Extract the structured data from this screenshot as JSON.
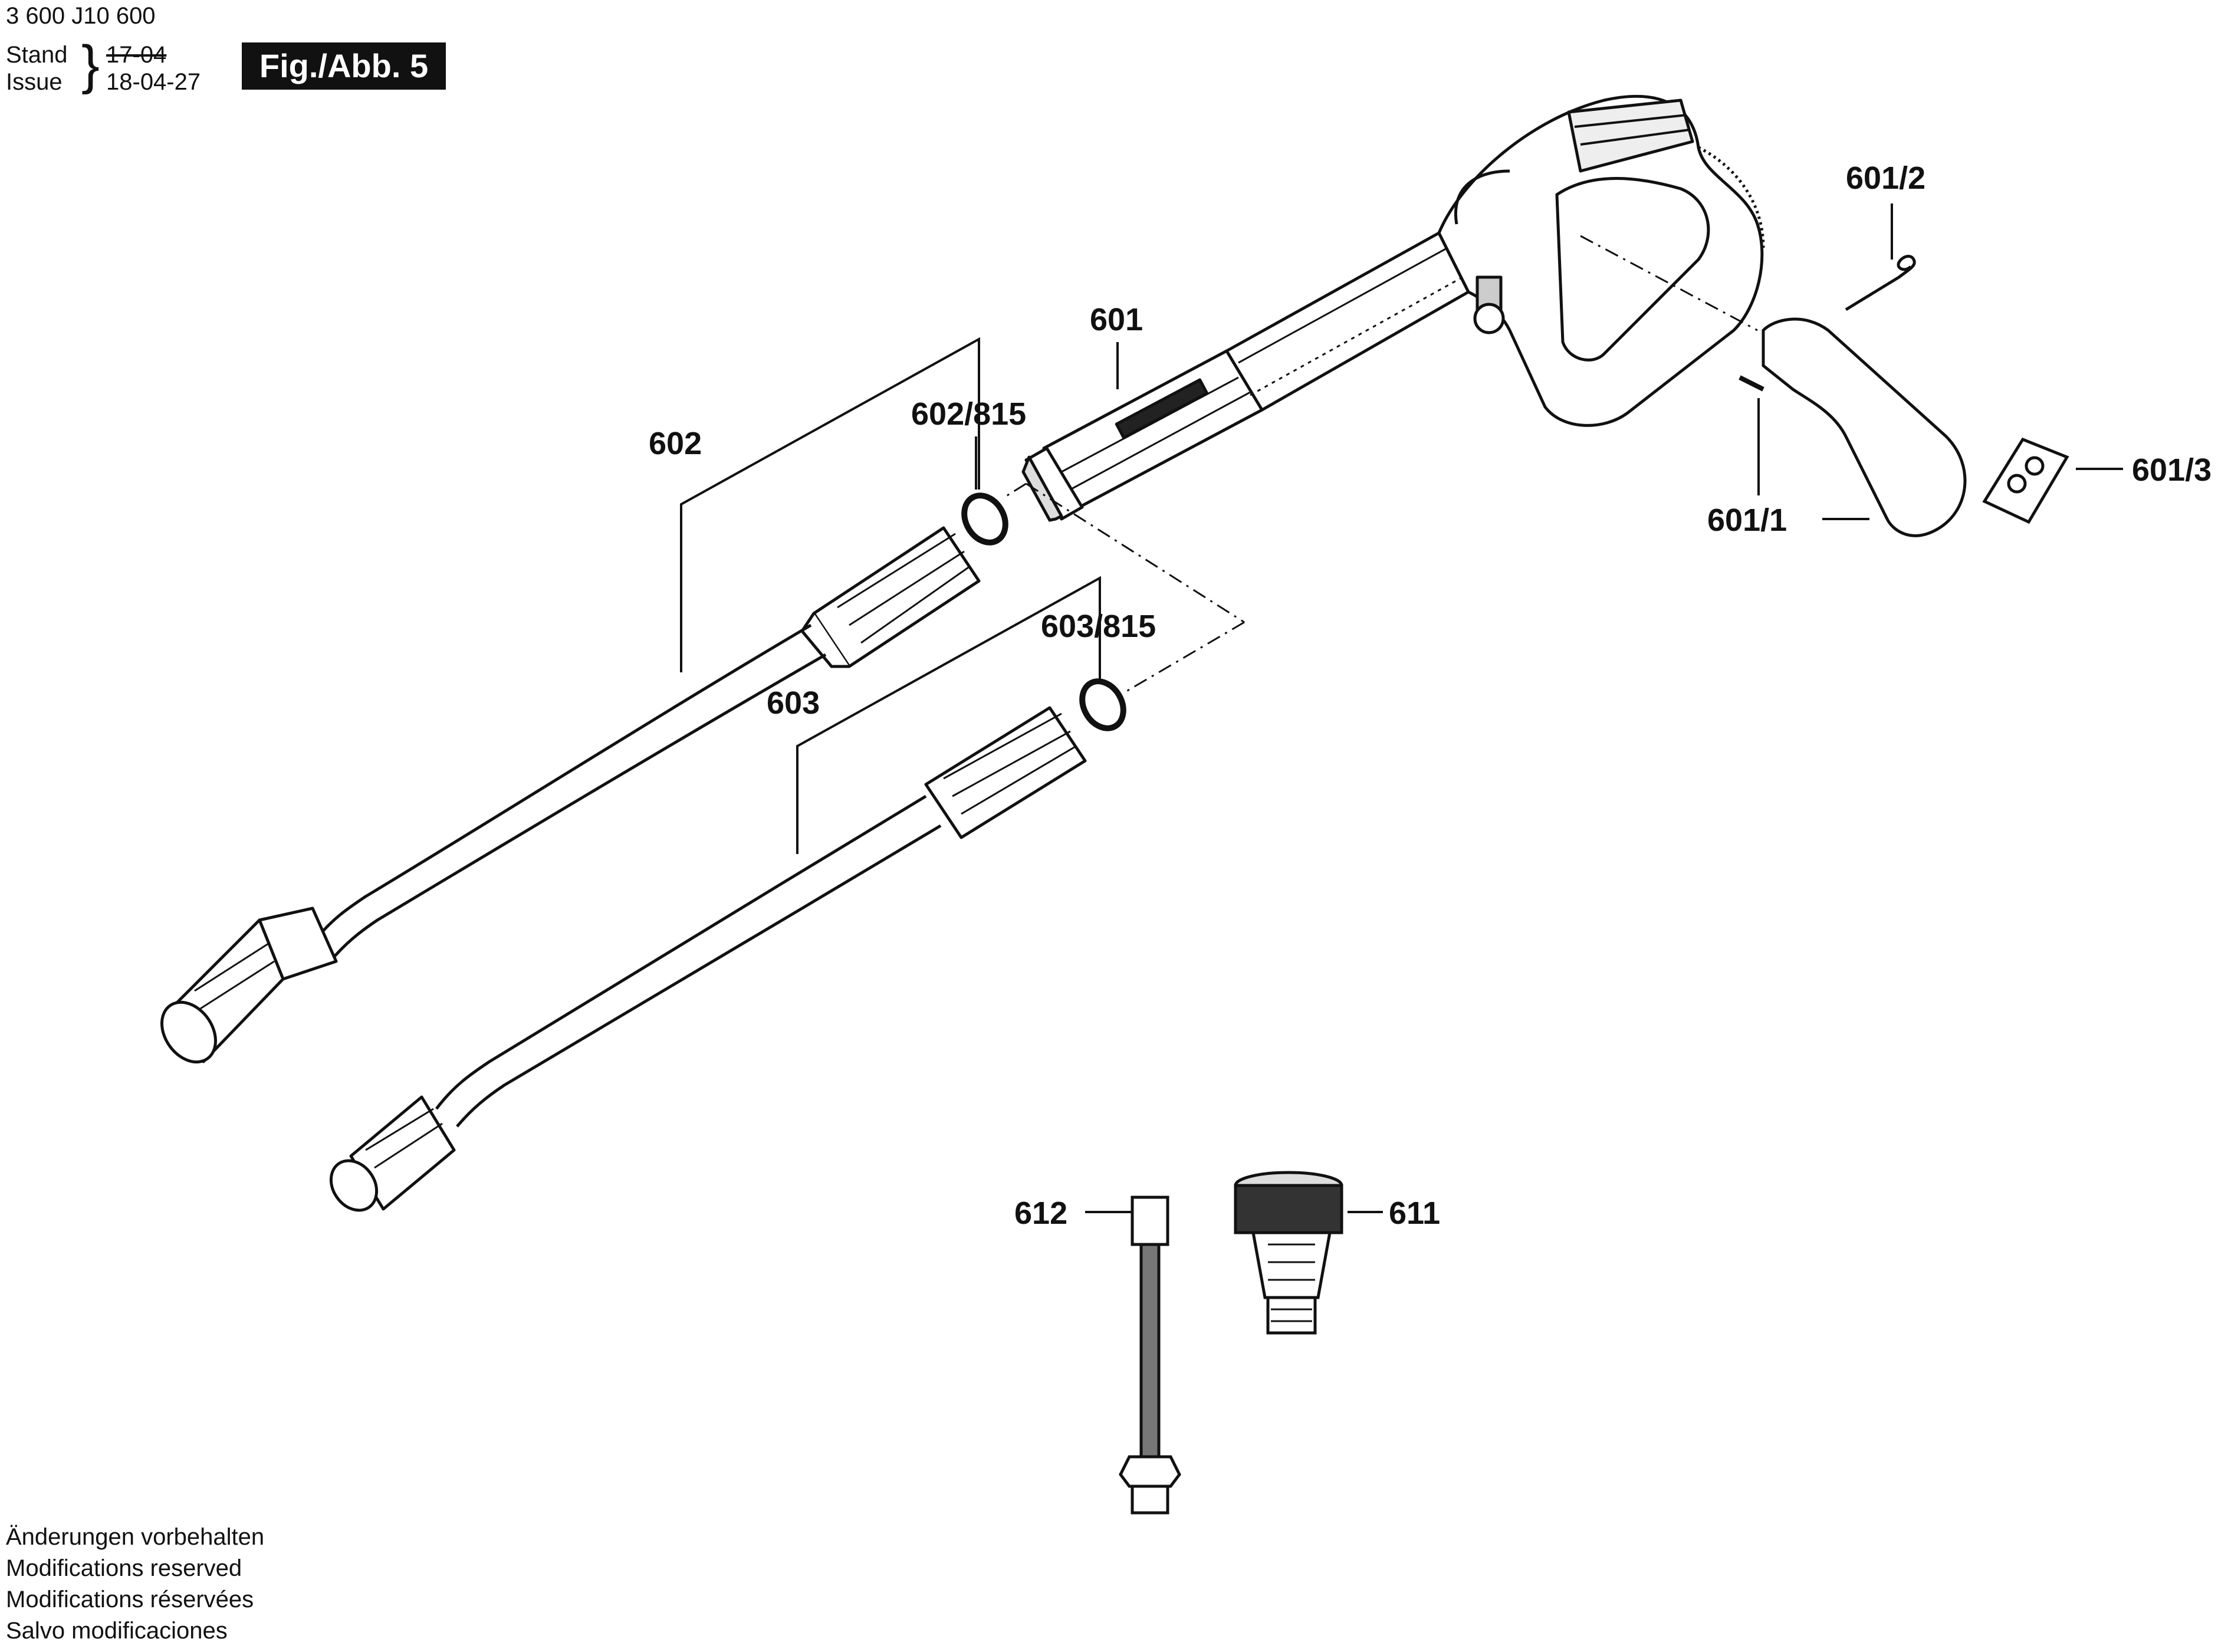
{
  "header": {
    "doc_number": "3 600 J10 600",
    "stand_label": "Stand",
    "issue_label": "Issue",
    "old_date": "17-04",
    "new_date": "18-04-27",
    "figure_label": "Fig./Abb. 5"
  },
  "parts": {
    "p601": "601",
    "p601_1": "601/1",
    "p601_2": "601/2",
    "p601_3": "601/3",
    "p602": "602",
    "p602_815": "602/815",
    "p603": "603",
    "p603_815": "603/815",
    "p611": "611",
    "p612": "612"
  },
  "footer": {
    "line_de": "Änderungen vorbehalten",
    "line_en": "Modifications reserved",
    "line_fr": "Modifications réservées",
    "line_es": "Salvo modificaciones"
  }
}
